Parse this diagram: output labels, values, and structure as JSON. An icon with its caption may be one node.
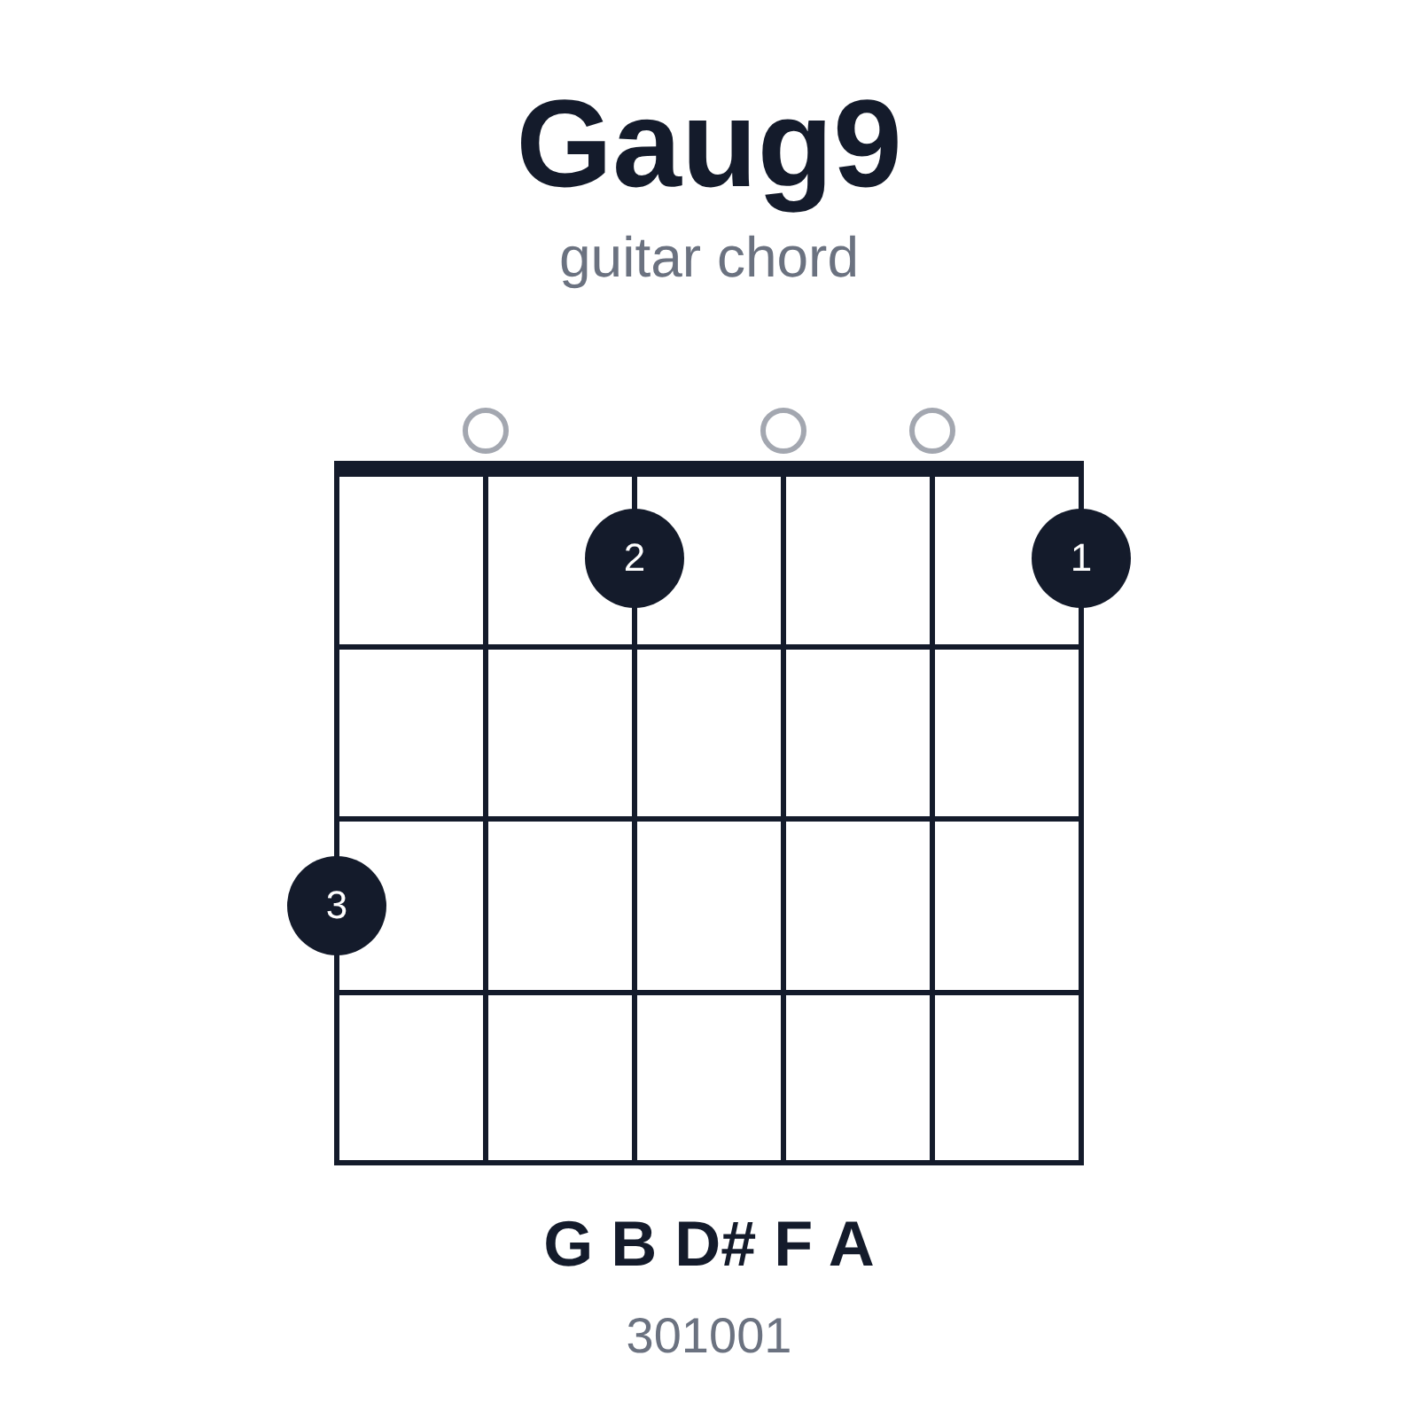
{
  "diagram": {
    "title": "Gaug9",
    "nodes": [
      {
        "text": [],
        "shape": "circle"
      },
      {
        "text": [],
        "shape": "circle"
      },
      {
        "text": [],
        "shape": "circle"
      },
      {
        "text": [
          "2"
        ]
      },
      {
        "text": [
          "1"
        ]
      },
      {
        "text": [
          "3"
        ]
      }
    ],
    "labels": [
      "guitar chord",
      "G B D# F A",
      "301001"
    ]
  }
}
